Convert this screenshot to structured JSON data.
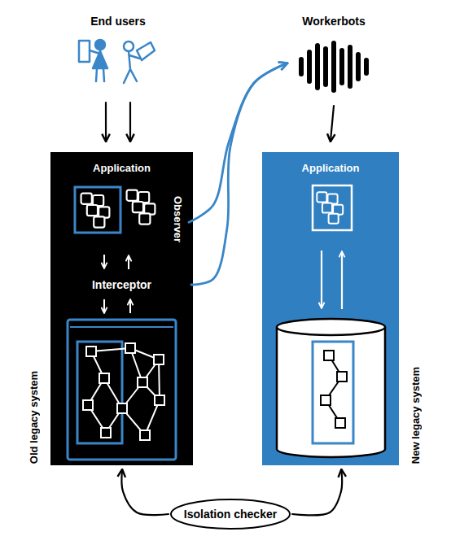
{
  "diagram": {
    "nodes": [
      {
        "text": [
          "End users"
        ]
      },
      {
        "text": [
          "Workerbots"
        ]
      },
      {
        "text": [
          "Application",
          "Old legacy system"
        ]
      },
      {
        "text": [
          "Observer"
        ],
        "in": 2
      },
      {
        "text": [
          "Interceptor"
        ],
        "in": 2
      },
      {
        "text": [
          "Application",
          "New legacy system"
        ]
      },
      {
        "text": [
          "Isolation checker"
        ]
      }
    ],
    "edges": [
      {
        "from": 0,
        "to": 2,
        "arrow": "to"
      },
      {
        "from": 0,
        "to": 2,
        "arrow": "to"
      },
      {
        "from": 3,
        "to": 1,
        "arrow": "to"
      },
      {
        "from": 4,
        "to": 1,
        "arrow": "to"
      },
      {
        "from": 1,
        "to": 5,
        "arrow": "to"
      },
      {
        "from": 6,
        "to": 2,
        "arrow": "to"
      },
      {
        "from": 6,
        "to": 5,
        "arrow": "to"
      }
    ]
  }
}
